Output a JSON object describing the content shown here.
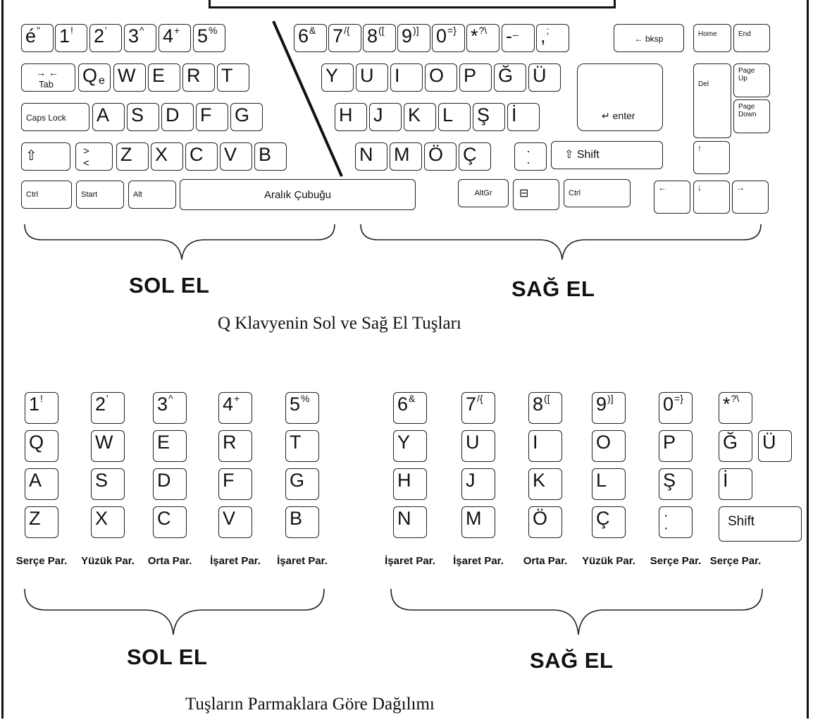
{
  "top_keyboard": {
    "left_rows": [
      [
        "é\"",
        "1!",
        "2'",
        "3^",
        "4+",
        "5%"
      ],
      [
        "→ ← Tab",
        "Q",
        "W",
        "E",
        "R",
        "T"
      ],
      [
        "Caps Lock",
        "A",
        "S",
        "D",
        "F",
        "G"
      ],
      [
        "⇧",
        "> <",
        "Z",
        "X",
        "C",
        "V",
        "B"
      ],
      [
        "Ctrl",
        "Start",
        "Alt",
        "Aralık Çubuğu"
      ]
    ],
    "right_rows": [
      [
        "6&",
        "7/{",
        "8([",
        "9)]",
        "0=}",
        "*?\\",
        "-_",
        ",;",
        "← bksp"
      ],
      [
        "Y",
        "U",
        "I",
        "O",
        "P",
        "Ğ",
        "Ü"
      ],
      [
        "H",
        "J",
        "K",
        "L",
        "Ş",
        "İ",
        "↵ enter"
      ],
      [
        "N",
        "M",
        "Ö",
        "Ç",
        ":",
        "⇧ Shift"
      ],
      [
        "AltGr",
        "⊟",
        "Ctrl"
      ]
    ],
    "nav_keys": [
      "Home",
      "End",
      "Del",
      "Page Up",
      "Page Down",
      "↑",
      "←",
      "↓",
      "→"
    ],
    "q_sub": "e",
    "hand_left": "SOL EL",
    "hand_right": "SAĞ EL",
    "caption": "Q Klavyenin Sol ve Sağ El Tuşları"
  },
  "finger_table": {
    "left_columns": [
      {
        "keys": [
          "1!",
          "Q",
          "A",
          "Z"
        ],
        "finger": "Serçe Par."
      },
      {
        "keys": [
          "2'",
          "W",
          "S",
          "X"
        ],
        "finger": "Yüzük Par."
      },
      {
        "keys": [
          "3^",
          "E",
          "D",
          "C"
        ],
        "finger": "Orta Par."
      },
      {
        "keys": [
          "4+",
          "R",
          "F",
          "V"
        ],
        "finger": "İşaret Par."
      },
      {
        "keys": [
          "5%",
          "T",
          "G",
          "B"
        ],
        "finger": "İşaret Par."
      }
    ],
    "right_columns": [
      {
        "keys": [
          "6&",
          "Y",
          "H",
          "N"
        ],
        "finger": "İşaret Par."
      },
      {
        "keys": [
          "7/{",
          "U",
          "J",
          "M"
        ],
        "finger": "İşaret Par."
      },
      {
        "keys": [
          "8([",
          "I",
          "K",
          "Ö"
        ],
        "finger": "Orta Par."
      },
      {
        "keys": [
          "9)]",
          "O",
          "L",
          "Ç"
        ],
        "finger": "Yüzük Par."
      },
      {
        "keys": [
          "0=}",
          "P",
          "Ş",
          ":"
        ],
        "finger": "Serçe Par."
      },
      {
        "keys": [
          "*?\\",
          "Ğ",
          "Ü",
          "İ",
          "Shift"
        ],
        "finger": "Serçe Par."
      }
    ],
    "hand_left": "SOL EL",
    "hand_right": "SAĞ EL",
    "caption": "Tuşların Parmaklara Göre Dağılımı"
  }
}
